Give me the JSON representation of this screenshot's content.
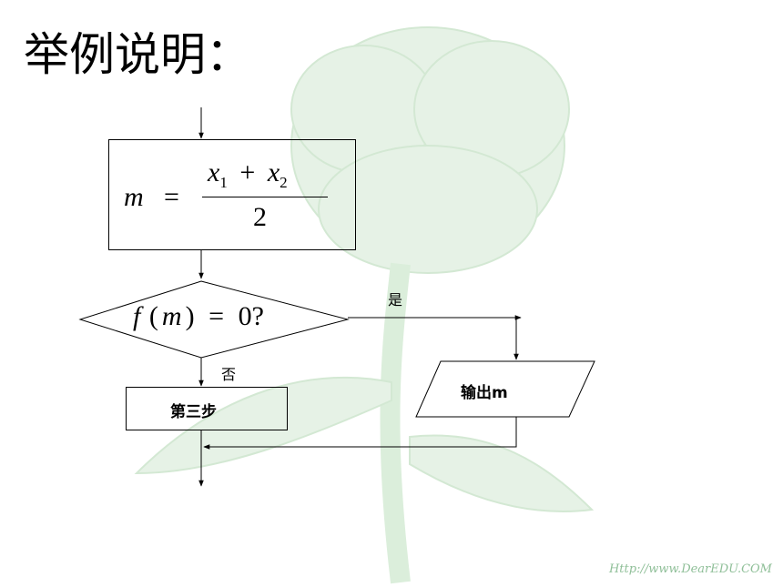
{
  "title": "举例说明：",
  "formula": {
    "lhs": "m",
    "eq": "=",
    "num_a": "x",
    "sub_a": "1",
    "plus": "+",
    "num_b": "x",
    "sub_b": "2",
    "den": "2"
  },
  "decision": {
    "f": "f",
    "open": "(",
    "var": "m",
    "close": ")",
    "eq": "=",
    "zero": "0",
    "q": "?"
  },
  "labels": {
    "yes": "是",
    "no": "否"
  },
  "step3": "第三步",
  "output": "输出m",
  "watermark": "Http://www.DearEDU.COM",
  "colors": {
    "rose": "#d9ecd9",
    "watermark": "#8fbf98"
  }
}
